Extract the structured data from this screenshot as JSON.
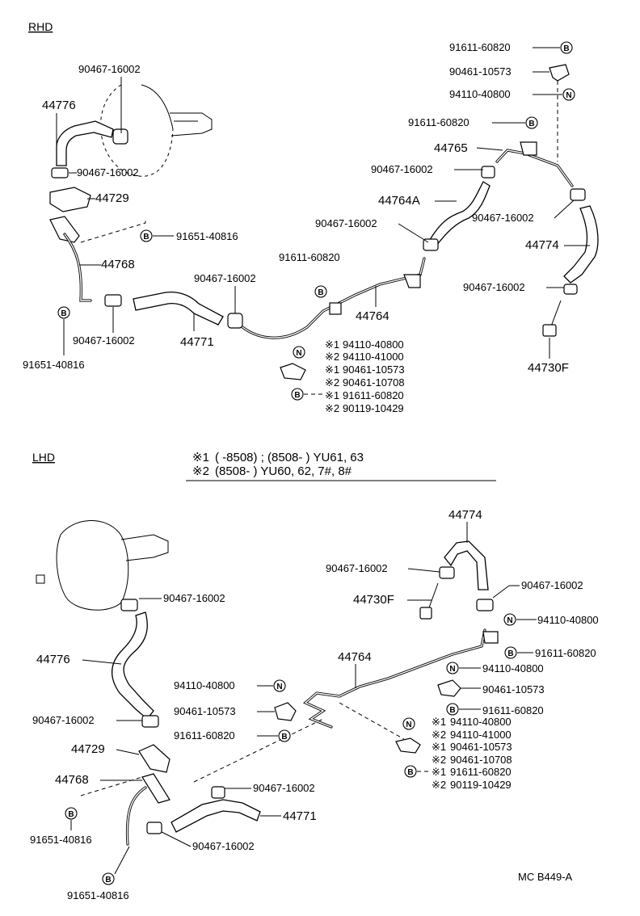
{
  "sections": {
    "rhd": "RHD",
    "lhd": "LHD"
  },
  "notes": {
    "n1_mark": "※1",
    "n1_text": "(        -8508) ; (8508-        ) YU61, 63",
    "n2_mark": "※2",
    "n2_text": "(8508-           ) YU60, 62, 7#, 8#"
  },
  "footer": "MC B449-A",
  "symbols": {
    "b": "B",
    "n": "N"
  },
  "rhd": {
    "p44776": "44776",
    "p44729": "44729",
    "p44768": "44768",
    "p44771": "44771",
    "p44764": "44764",
    "p44764a": "44764A",
    "p44765": "44765",
    "p44774": "44774",
    "p44730f": "44730F",
    "clamp_top": "90467-16002",
    "clamp_left": "90467-16002",
    "clamp_lower_left": "90467-16002",
    "clamp_mid": "90467-16002",
    "clamp_44764a_top": "90467-16002",
    "clamp_44764a_bot": "90467-16002",
    "clamp_right_top": "90467-16002",
    "clamp_right_bot": "90467-16002",
    "bolt_91651_right": "91651-40816",
    "bolt_91651_bottom": "91651-40816",
    "bolt_91611_mid": "91611-60820",
    "top_91611_a": "91611-60820",
    "top_90461": "90461-10573",
    "top_94110": "94110-40800",
    "top_91611_b": "91611-60820",
    "group": [
      {
        "mark": "※1",
        "pn": "94110-40800"
      },
      {
        "mark": "※2",
        "pn": "94110-41000"
      },
      {
        "mark": "※1",
        "pn": "90461-10573"
      },
      {
        "mark": "※2",
        "pn": "90461-10708"
      },
      {
        "mark": "※1",
        "pn": "91611-60820"
      },
      {
        "mark": "※2",
        "pn": "90119-10429"
      }
    ]
  },
  "lhd": {
    "p44774": "44774",
    "p44730f": "44730F",
    "p44776": "44776",
    "p44764": "44764",
    "p44729": "44729",
    "p44768": "44768",
    "p44771": "44771",
    "clamp_booster": "90467-16002",
    "clamp_44774_left": "90467-16002",
    "clamp_44774_right": "90467-16002",
    "clamp_44776_bot": "90467-16002",
    "clamp_44771": "90467-16002",
    "clamp_bottom": "90467-16002",
    "r_94110_a": "94110-40800",
    "r_91611_a": "91611-60820",
    "r_94110_b": "94110-40800",
    "r_90461": "90461-10573",
    "r_91611_b": "91611-60820",
    "l_94110": "94110-40800",
    "l_90461": "90461-10573",
    "l_91611": "91611-60820",
    "bolt_91651_a": "91651-40816",
    "bolt_91651_b": "91651-40816",
    "group": [
      {
        "mark": "※1",
        "pn": "94110-40800"
      },
      {
        "mark": "※2",
        "pn": "94110-41000"
      },
      {
        "mark": "※1",
        "pn": "90461-10573"
      },
      {
        "mark": "※2",
        "pn": "90461-10708"
      },
      {
        "mark": "※1",
        "pn": "91611-60820"
      },
      {
        "mark": "※2",
        "pn": "90119-10429"
      }
    ]
  }
}
